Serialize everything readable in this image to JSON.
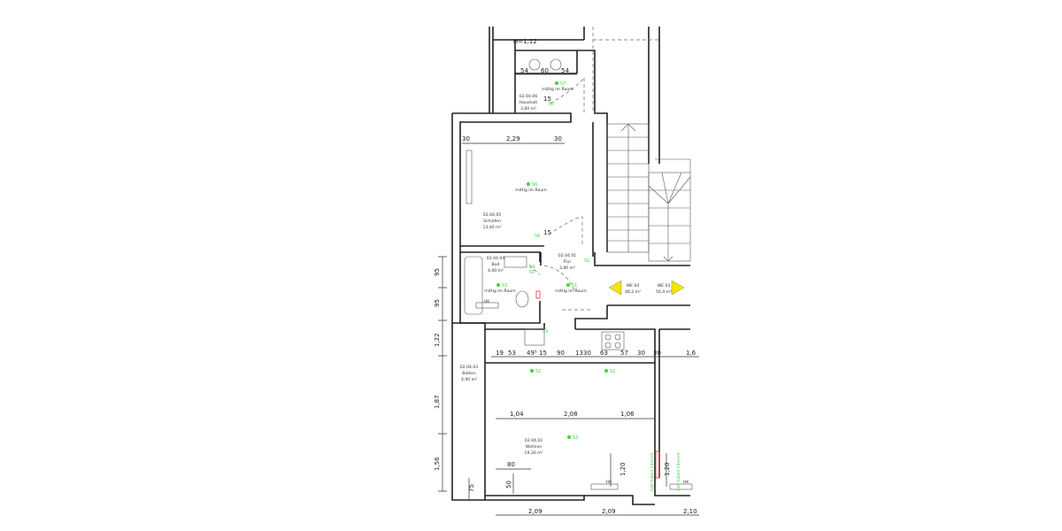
{
  "header_label": "H=1,12",
  "rooms": {
    "haushalt": {
      "id": "02.04.06",
      "name": "Haushalt",
      "area": "3,60 m²"
    },
    "schlafen": {
      "id": "02.04.05",
      "name": "Schlafen",
      "area": "13,40 m²"
    },
    "bad": {
      "id": "02.04.04",
      "name": "Bad",
      "area": "4,00 m²"
    },
    "flur": {
      "id": "02.04.01",
      "name": "Flur",
      "area": "3,80 m²"
    },
    "balkon": {
      "id": "02.04.03",
      "name": "Balkon",
      "area": "4,90 m²"
    },
    "wohnen": {
      "id": "02.04.02",
      "name": "Wohnen",
      "area": "19,30 m²"
    }
  },
  "units": [
    {
      "name": "WE 04",
      "area": "48,2 m²"
    },
    {
      "name": "WE 03",
      "area": "50,4 m²"
    }
  ],
  "markers": {
    "s7": "S7",
    "s6": "S6",
    "s5": "S5",
    "s4": "S4",
    "s3": "S3",
    "s2": "S2",
    "s1": "S1",
    "center_note": "mittig im Raum"
  },
  "labels": {
    "hk": "HK",
    "sat": "Sat/ Kabel/ Internet"
  },
  "colors": {
    "marker": "#3ad83a",
    "unit_arrow": "#f2e600",
    "socket": "#e03030"
  },
  "dimensions": {
    "washers": [
      "54",
      "60",
      "54"
    ],
    "schlafen_top": [
      "30",
      "2,29",
      "30"
    ],
    "door": "15",
    "left_vertical": [
      "95",
      "95",
      "1,22",
      "1,87",
      "1,56",
      "75"
    ],
    "kitchen_row": [
      "19",
      "53",
      "49⁵",
      "15",
      "90",
      "13",
      "30",
      "63",
      "57",
      "30",
      "30",
      "1,6"
    ],
    "wohnen_mid": [
      "1,04",
      "2,08",
      "1,06"
    ],
    "wohnen_small": [
      "80",
      "50",
      "1,20",
      "1,20"
    ],
    "bottom": [
      "2,09",
      "2,09",
      "2,10"
    ]
  }
}
